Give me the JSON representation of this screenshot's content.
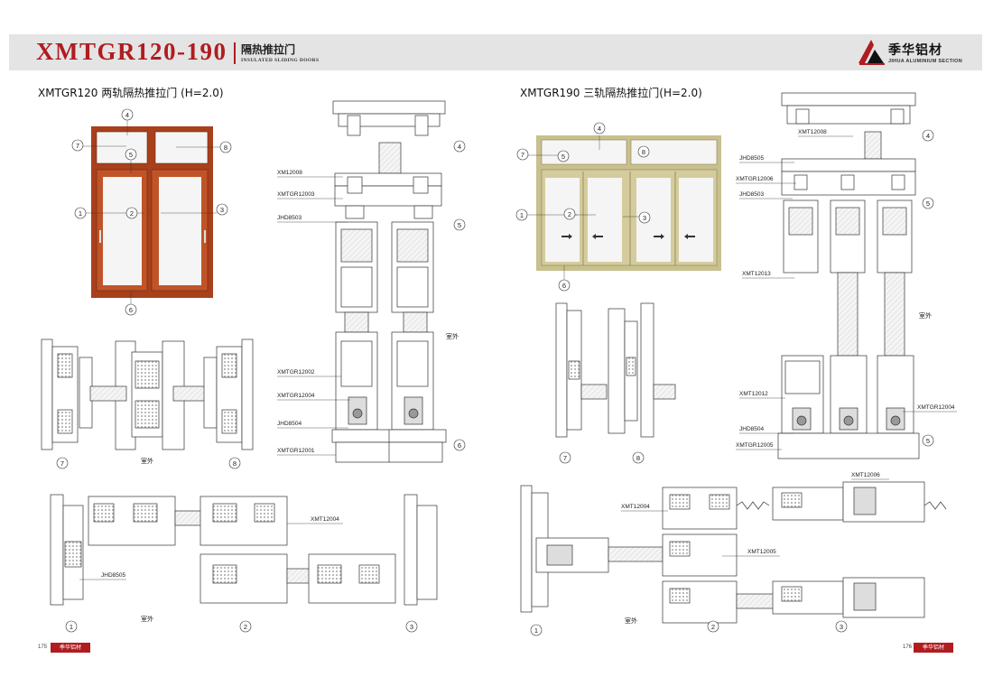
{
  "header": {
    "series": "XMTGR120-190",
    "title_cn": "隔热推拉门",
    "title_en": "INSULATED SLIDING DOORS",
    "brand_cn": "季华铝材",
    "brand_en": "JIHUA ALUMINIUM SECTION",
    "accent": "#b01c20"
  },
  "left": {
    "subtitle": "XMTGR120 两轨隔热推拉门 (H=2.0)",
    "callouts": {
      "c1": "XM12008",
      "c2": "XMTGR12003",
      "c3": "JHD8503",
      "c4": "XMTGR12002",
      "c5": "XMTGR12004",
      "c6": "JHD8504",
      "c7": "XMTGR12001",
      "c8": "XMT12004",
      "c9": "JHD8505"
    },
    "outside": "室外",
    "door_frame_color": "#a8401c",
    "page": "175",
    "nums": [
      "1",
      "2",
      "3",
      "4",
      "5",
      "6",
      "7",
      "8"
    ]
  },
  "right": {
    "subtitle": "XMTGR190 三轨隔热推拉门(H=2.0)",
    "callouts": {
      "c1": "XMT12008",
      "c2": "JHD8505",
      "c3": "XMTGR12006",
      "c4": "JHD8503",
      "c5": "XMT12013",
      "c6": "XMT12012",
      "c7": "JHD8504",
      "c8": "XMTGR12005",
      "c9": "XMTGR12004",
      "c10": "XMT12006",
      "c11": "XMT12004",
      "c12": "XMT12005"
    },
    "outside": "室外",
    "door_frame_color": "#c8c08e",
    "page": "176",
    "nums": [
      "1",
      "2",
      "3",
      "4",
      "5",
      "6",
      "7",
      "8"
    ]
  },
  "footer": {
    "brand_badge": "季华铝材"
  }
}
